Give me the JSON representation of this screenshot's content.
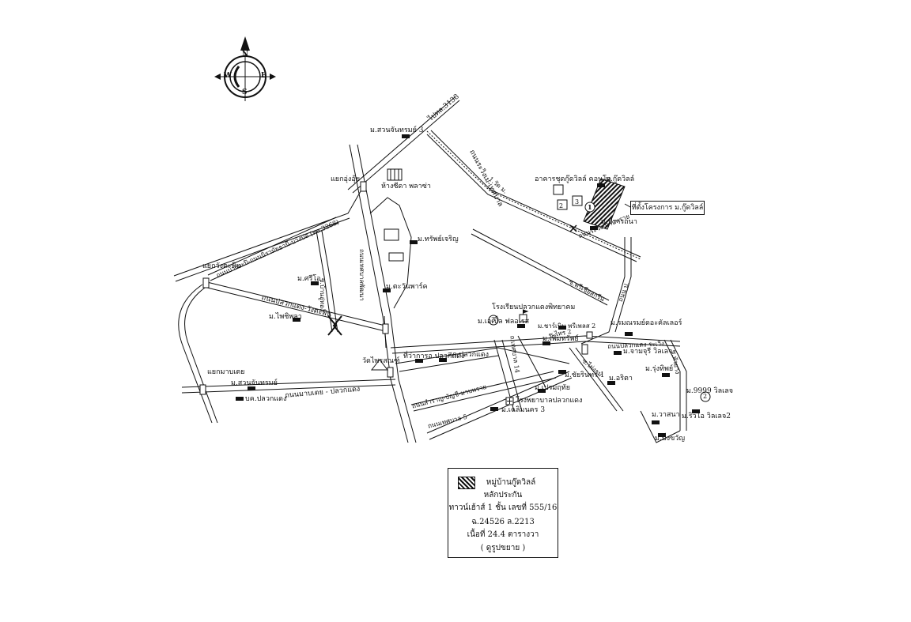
{
  "compass": {
    "n": "N",
    "s": "S",
    "e": "E",
    "w": "W"
  },
  "callout": "ที่ตั้งโครงการ ม.กู๊ดวิลล์",
  "legend": {
    "line1": "หมู่บ้านกู๊ดวิลล์",
    "line2": "หลักประกัน",
    "line3": "ทาวน์เฮ้าส์ 1 ชั้น เลขที่ 555/16",
    "line4": "ฉ.24526 ล.2213",
    "line5": "เนื้อที่ 24.4 ตารางวา",
    "line6": "( ดูรูปขยาย )"
  },
  "markers": {
    "m1": "1",
    "m2": "2",
    "m3": "3",
    "m4": "3",
    "m5": "2"
  },
  "roads": {
    "r1": "ไปทล.3138",
    "r2": "ถนนระวิงเม-เทศบาล",
    "r3": "ถนนบางกะปิ-ถนนนิรามัยธานี-บางบ่อ (ทล.3268)",
    "r4": "ถนนเทศบาลพัฒนา",
    "r5": "ถนนปลวกแดง-วังตะพิน",
    "r6": "ถนนมาบเตย - ปลวกแดง",
    "r7": "ถนนสำราญ-บัญชี-มาบพราย",
    "r8": "ถนนเทศบาล 5",
    "r9": "ถนนระวิง-มาบพราย",
    "r10": "ถนนปลวกแดง-ระเวิง",
    "r11": "ซ.พรีเชียสกรีน",
    "r12": "ถนน ป.",
    "r13": "ถ.เทศบาล 14",
    "r14": "ซ.ไผ่งาม",
    "r15": "ซ.หัวยาง",
    "r16": "ซ.บ้านอู่ทอง",
    "r17": "ซ.ไทร 2",
    "r18": "1.วัด ม."
  },
  "places": {
    "p1": "ม.สวนจันทรมย์ 3",
    "p2": "ห้างซีดา พลาซ่า",
    "p3": "แยกอุ่งอุ้ย",
    "p4": "อาคารชุดกู๊ดวิลล์ คอนโด",
    "p5": "ม.กู๊ดวิลล์",
    "p6": "ม.ปรารถนา",
    "p7": "แยกวังตะพิน",
    "p8": "ม.ศรีโอ",
    "p9": "ม.ทรัพย์เจริญ",
    "p10": "ม.ตะวันพาร์ค",
    "p11": "ม.ไพชิพลา",
    "p12": "โรงเรียนปลวกแดงพิทยาคม",
    "p13": "ม.เอเปิ้ล ฟลอเรส",
    "p14": "ม.ชาร์เนิน พรีเพลส 2",
    "p15": "ม.รมณรมย์ดอะคัลเลอร์",
    "p16": "ม.เพิ่มทรัพย์",
    "p17": "ที่ว่าการอ.ปลวกแดง",
    "p18": "สภ.ปลวกแดง",
    "p19": "วัดไพรสณฑ์",
    "p20": "ม.จามจุรี วิลเลจ",
    "p21": "ม.รุ่งทิพย์",
    "p22": "แยกมาบเตย",
    "p23": "ม.สวนจันทรมย์",
    "p24": "บค.ปลวกแดง",
    "p25": "ม.ชัยรินทร์ 1",
    "p26": "ม.อริตา",
    "p27": "ม.เปรมฤทัย",
    "p28": "โรงพยาบาลปลวกแดง",
    "p29": "ม.เฉลิมนคร 3",
    "p30": "ม.9999 วิลเลจ",
    "p31": "ม.วาสนา",
    "p32": "ม.ริวโอ วิลเลจ2",
    "p33": "ม.มิ่งขวัญ"
  }
}
